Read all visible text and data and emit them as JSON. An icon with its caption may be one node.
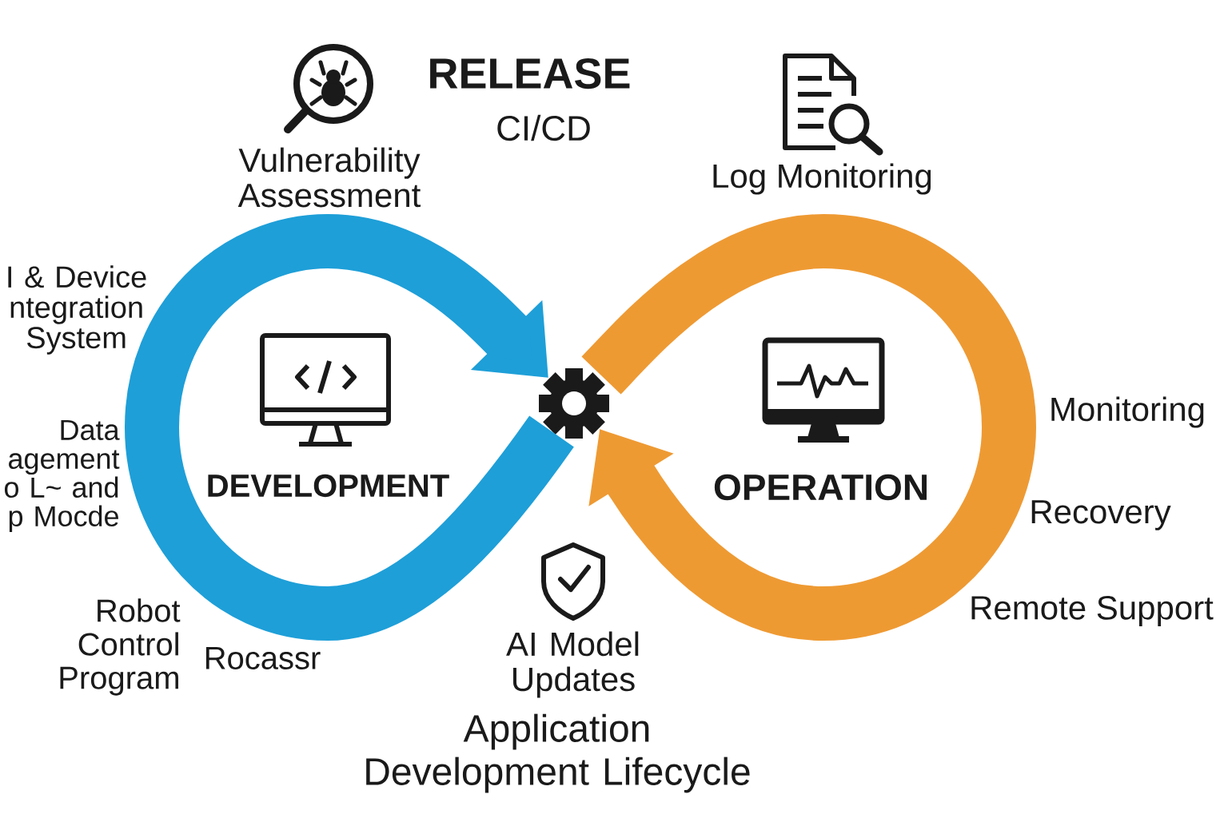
{
  "diagram": {
    "caption": "Application Development Lifecycle",
    "labels": [
      "RELEASE",
      "CI/CD",
      "Vulnerability Assessment",
      "Log Monitoring",
      "I & Device ntegration System",
      "Data agement o L~ and p Mocde",
      "DEVELOPMENT",
      "OPERATION",
      "Monitoring",
      "Recovery",
      "Robot Control Program",
      "Rocassr",
      "AI Model Updates",
      "Remote Support"
    ]
  }
}
